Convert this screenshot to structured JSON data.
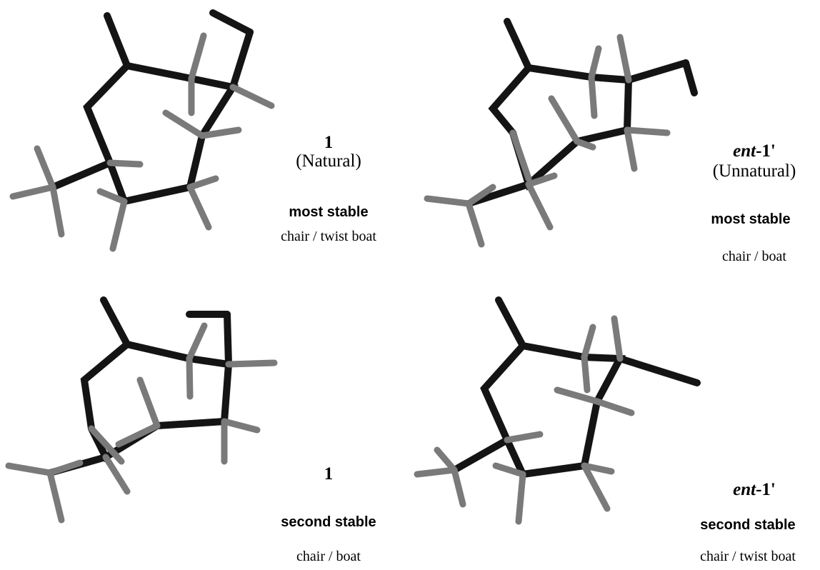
{
  "panels": [
    {
      "compound_italic": "",
      "compound_bold": "1",
      "origin": "(Natural)",
      "stability": "most stable",
      "conformation": "chair / twist boat"
    },
    {
      "compound_italic": "ent",
      "compound_bold": "-1'",
      "origin": "(Unnatural)",
      "stability": "most stable",
      "conformation": "chair / boat"
    },
    {
      "compound_italic": "",
      "compound_bold": "1",
      "origin": "",
      "stability": "second stable",
      "conformation": "chair / boat"
    },
    {
      "compound_italic": "ent",
      "compound_bold": "-1'",
      "origin": "",
      "stability": "second stable",
      "conformation": "chair / twist boat"
    }
  ],
  "colors": {
    "backbone": "#141414",
    "hydrogen": "#7a7a7a",
    "background": "#ffffff"
  }
}
